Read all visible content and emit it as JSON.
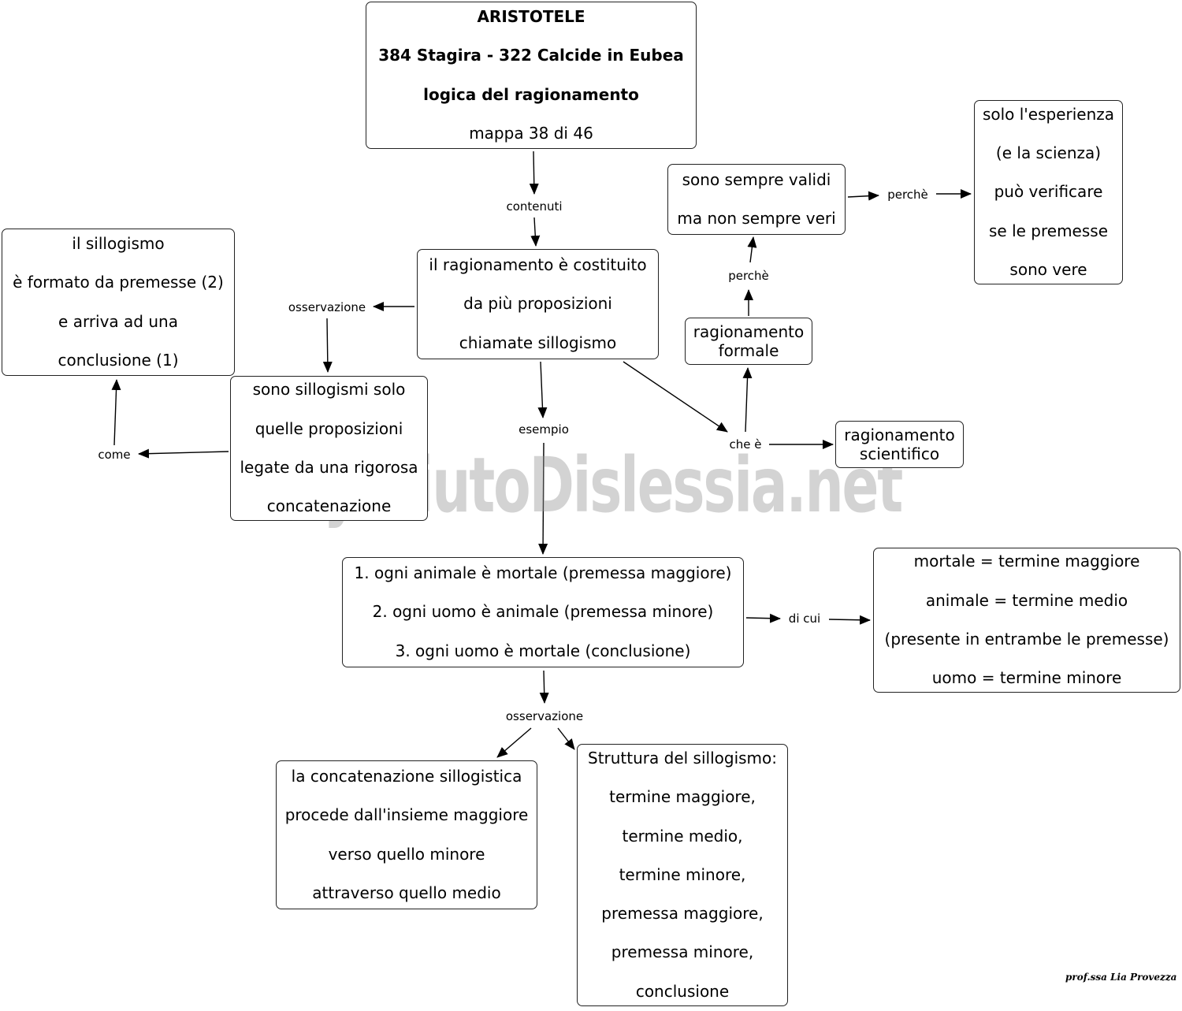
{
  "title_node": {
    "line1": "ARISTOTELE",
    "line2": "384 Stagira - 322 Calcide in Eubea",
    "line3": "logica del ragionamento",
    "line4": "mappa 38 di 46"
  },
  "nodes": {
    "ragionamento": [
      "il ragionamento è costituito",
      "da più proposizioni",
      "chiamate sillogismo"
    ],
    "sillogismo": [
      "il sillogismo",
      "è formato da premesse (2)",
      "e arriva ad una",
      "conclusione (1)"
    ],
    "sono_sillogismi": [
      "sono sillogismi solo",
      "quelle proposizioni",
      "legate da una rigorosa",
      "concatenazione"
    ],
    "sempre_validi": [
      "sono sempre validi",
      "ma non sempre veri"
    ],
    "esperienza": [
      "solo l'esperienza",
      "(e la scienza)",
      "può verificare",
      "se le premesse",
      "sono vere"
    ],
    "formale": [
      "ragionamento",
      "formale"
    ],
    "scientifico": [
      "ragionamento",
      "scientifico"
    ],
    "esempio_box": [
      "1. ogni animale è mortale (premessa maggiore)",
      "2. ogni uomo è animale (premessa minore)",
      "3. ogni uomo è mortale (conclusione)"
    ],
    "termini": [
      "mortale = termine maggiore",
      "animale = termine medio",
      "(presente in entrambe le premesse)",
      "uomo = termine minore"
    ],
    "concatenazione": [
      "la concatenazione sillogistica",
      "procede dall'insieme maggiore",
      "verso quello minore",
      "attraverso quello medio"
    ],
    "struttura": [
      "Struttura del sillogismo:",
      "termine maggiore,",
      "termine medio,",
      "termine minore,",
      "premessa maggiore,",
      "premessa minore,",
      "conclusione"
    ]
  },
  "links": {
    "contenuti": "contenuti",
    "osservazione_1": "osservazione",
    "come": "come",
    "esempio": "esempio",
    "che_e": "che è",
    "perche_1": "perchè",
    "perche_2": "perchè",
    "di_cui": "di cui",
    "osservazione_2": "osservazione"
  },
  "watermark": "By AiutoDislessia.net",
  "signature": "prof.ssa Lia Provezza"
}
